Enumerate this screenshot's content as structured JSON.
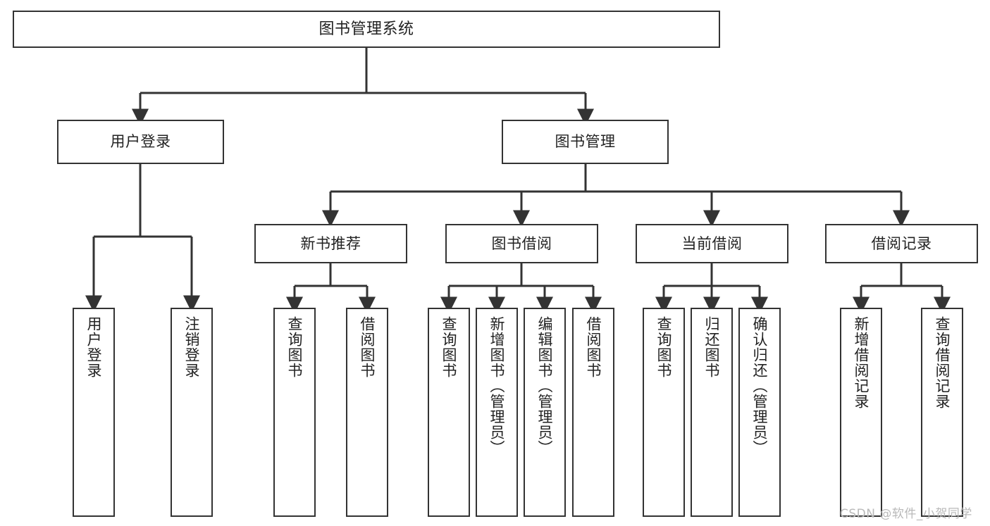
{
  "diagram": {
    "title": "图书管理系统",
    "type": "tree-hierarchy-chart",
    "root": {
      "label": "图书管理系统"
    },
    "level2": [
      {
        "label": "用户登录"
      },
      {
        "label": "图书管理"
      }
    ],
    "level3": [
      {
        "label": "新书推荐"
      },
      {
        "label": "图书借阅"
      },
      {
        "label": "当前借阅"
      },
      {
        "label": "借阅记录"
      }
    ],
    "leaves": {
      "user_login": [
        {
          "label": "用户登录"
        },
        {
          "label": "注销登录"
        }
      ],
      "new_book_recommend": [
        {
          "label": "查询图书"
        },
        {
          "label": "借阅图书"
        }
      ],
      "book_borrow": [
        {
          "label": "查询图书"
        },
        {
          "label": "新增图书（管理员）"
        },
        {
          "label": "编辑图书（管理员）"
        },
        {
          "label": "借阅图书"
        }
      ],
      "current_borrow": [
        {
          "label": "查询图书"
        },
        {
          "label": "归还图书"
        },
        {
          "label": "确认归还（管理员）"
        }
      ],
      "borrow_record": [
        {
          "label": "新增借阅记录"
        },
        {
          "label": "查询借阅记录"
        }
      ]
    }
  },
  "watermark": {
    "text": "CSDN @软件_小贺同学"
  },
  "colors": {
    "stroke": "#333333",
    "background": "#ffffff",
    "text": "#222222",
    "watermark": "#b9b9b9"
  }
}
